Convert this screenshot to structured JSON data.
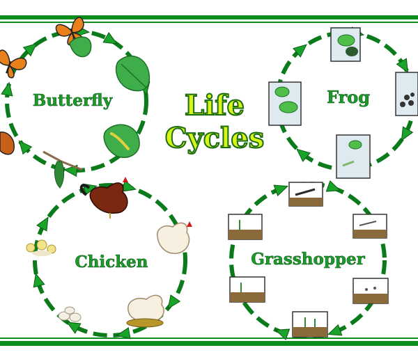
{
  "title": {
    "line1": "Life",
    "line2": "Cycles"
  },
  "cycles": {
    "butterfly": {
      "label": "Butterfly"
    },
    "frog": {
      "label": "Frog"
    },
    "chicken": {
      "label": "Chicken"
    },
    "grasshopper": {
      "label": "Grasshopper"
    }
  },
  "colors": {
    "cycle_green": "#0a7a1a",
    "arrow_green": "#1aa329",
    "label_green": "#1e9a2c",
    "title_fill": "#d8f51a",
    "title_stroke": "#1a6b12",
    "border_green": "#0b8d1d"
  }
}
